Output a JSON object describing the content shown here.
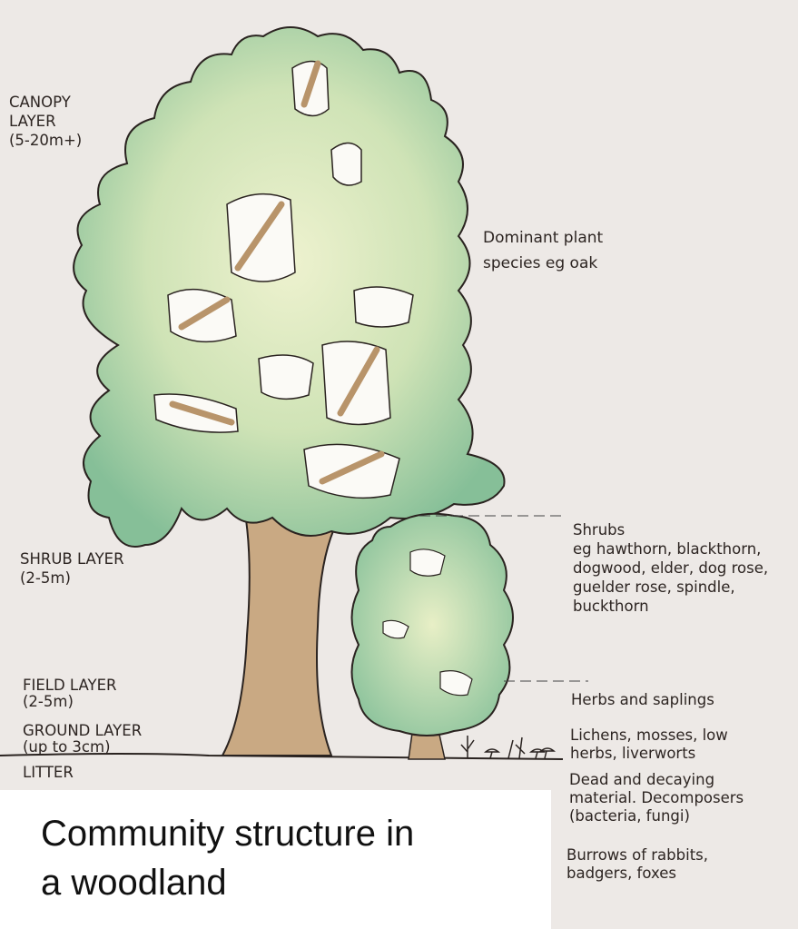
{
  "layers_left": [
    {
      "name": "CANOPY",
      "line2": "LAYER",
      "range": "(5-20m+)"
    },
    {
      "name": "SHRUB LAYER",
      "range": "(2-5m)"
    },
    {
      "name": "FIELD LAYER",
      "range": "(2-5m)"
    },
    {
      "name": "GROUND LAYER",
      "range": "(up to 3cm)"
    },
    {
      "name": "LITTER"
    }
  ],
  "descriptions": {
    "canopy": [
      "Dominant plant",
      "species eg oak"
    ],
    "shrub": [
      "Shrubs",
      "eg hawthorn, blackthorn,",
      "dogwood, elder, dog rose,",
      "guelder rose, spindle,",
      "buckthorn"
    ],
    "field": [
      "Herbs and saplings"
    ],
    "ground": [
      "Lichens, mosses, low",
      "herbs, liverworts"
    ],
    "litter": [
      "Dead and decaying",
      "material.  Decomposers",
      "(bacteria, fungi)"
    ],
    "soil": [
      "Burrows of rabbits,",
      "badgers, foxes"
    ]
  },
  "caption": [
    "Community structure in",
    "a woodland"
  ],
  "colors": {
    "foliage": "#9cc9a1",
    "foliage_light": "#e6efc8",
    "trunk": "#c7a982",
    "background": "#ede9e6"
  }
}
